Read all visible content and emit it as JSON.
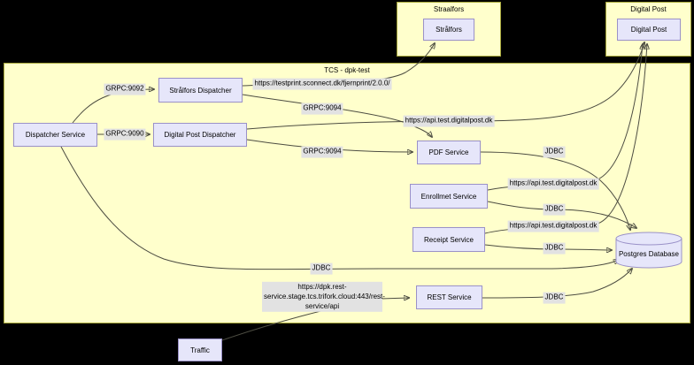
{
  "diagram": {
    "groups": {
      "straalfors": {
        "title": "Straalfors"
      },
      "digital_post": {
        "title": "Digital Post"
      },
      "tcs": {
        "title": "TCS - dpk-test"
      }
    },
    "nodes": {
      "stralfors": {
        "label": "Strålfors"
      },
      "digital_post": {
        "label": "Digital Post"
      },
      "dispatcher_service": {
        "label": "Dispatcher Service"
      },
      "stralfors_dispatcher": {
        "label": "Strålfors Dispatcher"
      },
      "digital_post_dispatcher": {
        "label": "Digital Post Dispatcher"
      },
      "pdf_service": {
        "label": "PDF Service"
      },
      "enrollmet_service": {
        "label": "Enrollmet Service"
      },
      "receipt_service": {
        "label": "Receipt Service"
      },
      "rest_service": {
        "label": "REST Service"
      },
      "postgres_database": {
        "label": "Postgres Database"
      },
      "traffic": {
        "label": "Traffic"
      }
    },
    "edge_labels": {
      "grpc_9092": "GRPC:9092",
      "grpc_9090": "GRPC:9090",
      "grpc_9094_a": "GRPC:9094",
      "grpc_9094_b": "GRPC:9094",
      "testprint_url": "https://testprint.sconnect.dk/fjernprint/2.0.0/",
      "api_digitalpost_url_1": "https://api.test.digitalpost.dk",
      "api_digitalpost_url_2": "https://api.test.digitalpost.dk",
      "api_digitalpost_url_3": "https://api.test.digitalpost.dk",
      "jdbc_pdf": "JDBC",
      "jdbc_enrollmet": "JDBC",
      "jdbc_receipt": "JDBC",
      "jdbc_dispatcher": "JDBC",
      "jdbc_rest": "JDBC",
      "rest_url": "https://dpk.rest-service.stage.tcs.trifork.cloud:443/rest-service/api"
    },
    "colors": {
      "background": "#000000",
      "group_fill": "#ffffcc",
      "group_border": "#a6a63a",
      "node_fill": "#e6e6fa",
      "node_border": "#9a91c8",
      "edge_label_bg": "#e2e2e2",
      "edge_stroke": "#4d4d42"
    }
  }
}
